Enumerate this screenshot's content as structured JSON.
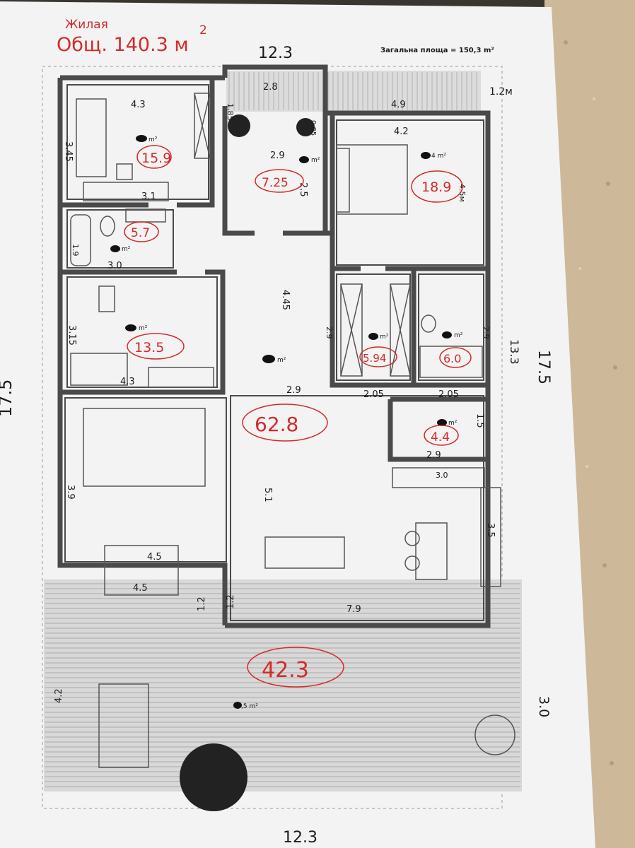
{
  "colors": {
    "ink_red": "#d42a2a",
    "ink_black": "#1b1b1b",
    "paper": "#f3f3f3",
    "wall": "#4a4a4a",
    "countertop": "#cdbf9e"
  },
  "header": {
    "note_label": "Жилая",
    "total_handwritten": "Общ. 140.3 м",
    "total_sup": "2",
    "printed_total": "Загальна площа = 150,3 m²"
  },
  "overall_dims": {
    "top_width": "12.3",
    "bottom_width": "12.3",
    "left_height": "17.5",
    "right_height": "17.5",
    "right_mid": "13.3",
    "right_lower": "3.0",
    "top_right_small": "1.2м"
  },
  "rooms": [
    {
      "id": "bedroom-top-left",
      "area": "15.9",
      "dims": [
        "4.3",
        "3.45",
        "3.1"
      ]
    },
    {
      "id": "hall-small",
      "area": "7.25",
      "dims": [
        "2.9",
        "2.5"
      ]
    },
    {
      "id": "bedroom-top-right",
      "area": "18.9",
      "dims": [
        "4.2",
        "4.5м",
        "4.9"
      ]
    },
    {
      "id": "bathroom-left",
      "area": "5.7",
      "dims": [
        "1.9",
        "3.0"
      ]
    },
    {
      "id": "bedroom-mid-left",
      "area": "13.5",
      "dims": [
        "3.15",
        "4.3"
      ]
    },
    {
      "id": "wardrobe",
      "area": "5.94",
      "dims": [
        "2.9",
        "2.05"
      ]
    },
    {
      "id": "bathroom-right",
      "area": "6.0",
      "dims": [
        "2.9",
        "2.05"
      ]
    },
    {
      "id": "living-hall",
      "area": "62.8",
      "dims": [
        "4.45",
        "2.9",
        "5.1",
        "7.9"
      ]
    },
    {
      "id": "pantry",
      "area": "4.4",
      "dims": [
        "1.5",
        "2.9"
      ]
    },
    {
      "id": "terrace",
      "area": "42.3",
      "dims": [
        "4.2",
        "4.5",
        "4.5",
        "1.2",
        "1.2"
      ]
    }
  ],
  "misc_dims": {
    "balcony_width": "2.8",
    "balcony_depth": "1.85",
    "balcony_right": "0.85",
    "living_left": "3.9",
    "kitchen_top": "3.0",
    "kitchen_side": "3.5"
  },
  "printed_area_unit": "m²",
  "terrace_printed": ",5 m²",
  "room_printed_prefix": "4 m²"
}
